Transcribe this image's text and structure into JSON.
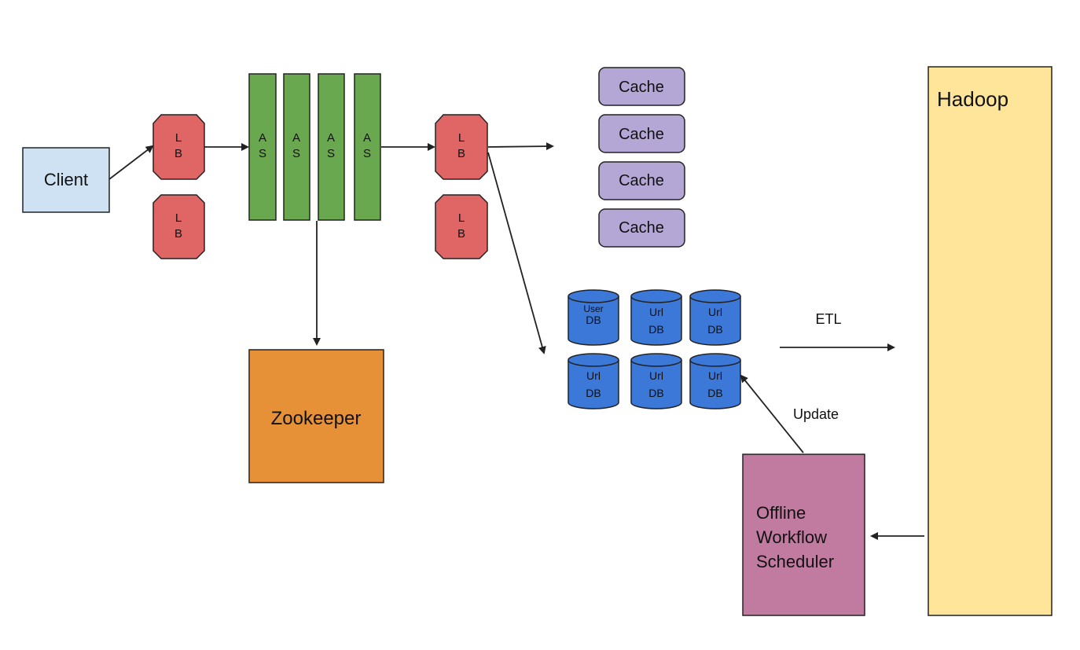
{
  "nodes": {
    "client": "Client",
    "lb_line1": "L",
    "lb_line2": "B",
    "as_line1": "A",
    "as_line2": "S",
    "cache": "Cache",
    "zookeeper": "Zookeeper",
    "hadoop": "Hadoop",
    "offline_scheduler_lines": [
      "Offline",
      "Workflow",
      "Scheduler"
    ],
    "db_user_lines": [
      "User",
      "DB"
    ],
    "db_url_lines": [
      "Url",
      "DB"
    ]
  },
  "labels": {
    "etl": "ETL",
    "update": "Update"
  },
  "colors": {
    "client_fill": "#cfe2f3",
    "lb_fill": "#e06666",
    "as_fill": "#6aa84f",
    "cache_fill": "#b4a7d6",
    "zookeeper_fill": "#e69138",
    "hadoop_fill": "#ffe599",
    "scheduler_fill": "#c27ba0",
    "db_fill": "#3c78d8",
    "stroke": "#222222"
  }
}
